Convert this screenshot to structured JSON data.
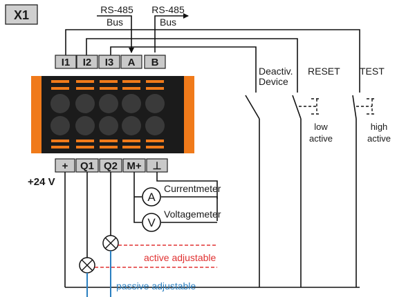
{
  "title": "X1",
  "bus_labels": [
    {
      "top": "RS-485",
      "bottom": "Bus"
    },
    {
      "top": "RS-485",
      "bottom": "Bus"
    }
  ],
  "top_terminals": [
    "I1",
    "I2",
    "I3",
    "A",
    "B"
  ],
  "bottom_terminals": [
    "+",
    "Q1",
    "Q2",
    "M+",
    "⊥"
  ],
  "supply_label": "+24 V",
  "switches": {
    "deactiv_line1": "Deactiv.",
    "deactiv_line2": "Device",
    "reset": "RESET",
    "test": "TEST",
    "reset_note_1": "low",
    "reset_note_2": "active",
    "test_note_1": "high",
    "test_note_2": "active"
  },
  "meters": {
    "current_symbol": "A",
    "current_label": "Currentmeter",
    "voltage_symbol": "V",
    "voltage_label": "Voltagemeter"
  },
  "modes": {
    "active": "active adjustable",
    "passive": "passive adjustable"
  },
  "colors": {
    "orange": "#f07a1a",
    "active": "#e03030",
    "passive": "#2a7fc0"
  }
}
